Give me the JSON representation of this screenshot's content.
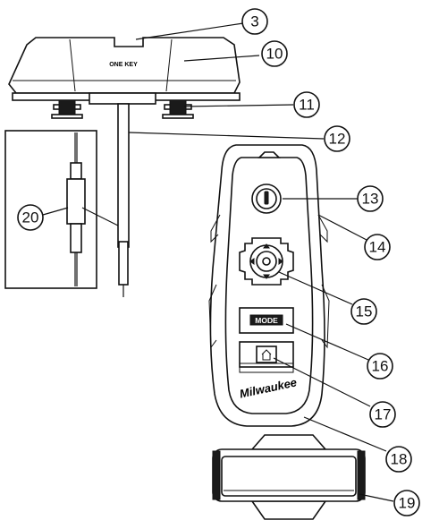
{
  "antenna": {
    "brand_text": "ONE KEY"
  },
  "remote": {
    "mode_label": "MODE",
    "brand_text": "Milwaukee"
  },
  "callouts": [
    {
      "id": "3",
      "label": "3"
    },
    {
      "id": "10",
      "label": "10"
    },
    {
      "id": "11",
      "label": "11"
    },
    {
      "id": "12",
      "label": "12"
    },
    {
      "id": "13",
      "label": "13"
    },
    {
      "id": "14",
      "label": "14"
    },
    {
      "id": "15",
      "label": "15"
    },
    {
      "id": "16",
      "label": "16"
    },
    {
      "id": "17",
      "label": "17"
    },
    {
      "id": "18",
      "label": "18"
    },
    {
      "id": "19",
      "label": "19"
    },
    {
      "id": "20",
      "label": "20"
    }
  ]
}
